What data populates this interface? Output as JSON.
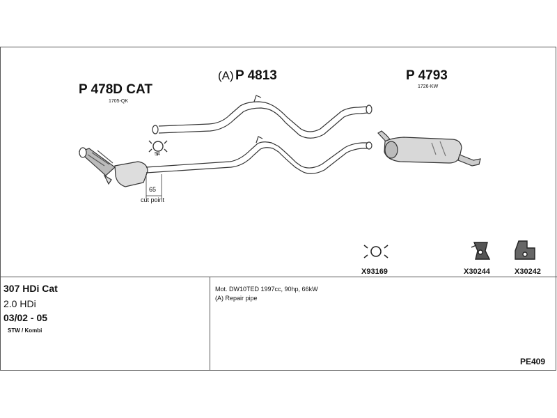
{
  "parts": {
    "cat": {
      "number": "P 478D CAT",
      "code": "1705-QK"
    },
    "middle": {
      "prefix": "(A)",
      "number": "P 4813"
    },
    "rear": {
      "number": "P 4793",
      "code": "1726-KW"
    }
  },
  "dimensions": {
    "clamp_size": "54",
    "cut_length": "65",
    "cut_label": "cut point"
  },
  "accessories": [
    {
      "number": "X93169",
      "icon": "clamp-icon"
    },
    {
      "number": "X30244",
      "icon": "rubber-hanger-icon"
    },
    {
      "number": "X30242",
      "icon": "bracket-hanger-icon"
    }
  ],
  "vehicle": {
    "model": "307 HDi Cat",
    "engine": "2.0 HDi",
    "years": "03/02 - 05",
    "body": "STW / Kombi"
  },
  "notes": {
    "engine_spec": "Mot. DW10TED 1997cc, 90hp, 66kW",
    "repair": "(A) Repair pipe"
  },
  "reference": "PE409"
}
